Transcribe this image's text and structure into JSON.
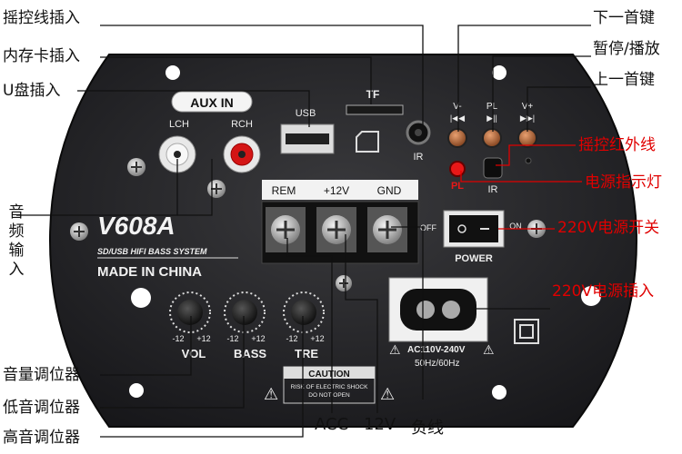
{
  "callouts": {
    "remote_jack": "摇控线插入",
    "memory_card": "内存卡插入",
    "usb_disk": "U盘插入",
    "audio_input": [
      "音",
      "频",
      "输",
      "入"
    ],
    "volume": "音量调位器",
    "bass": "低音调位器",
    "treble": "高音调位器",
    "next_track": "下一首键",
    "pause_play": "暂停/播放",
    "prev_track": "上一首键",
    "remote_ir": "摇控红外线",
    "power_led": "电源指示灯",
    "power_switch": "220V电源开关",
    "power_socket": "220V电源插入",
    "acc": "ACC",
    "v12": "12V",
    "ground": "负线"
  },
  "panel": {
    "aux_in": "AUX IN",
    "lch": "LCH",
    "rch": "RCH",
    "usb": "USB",
    "tf": "TF",
    "ir": "IR",
    "v_minus": "V-",
    "pl": "PL",
    "v_plus": "V+",
    "pl_red": "PL",
    "ir2": "IR",
    "model": "V608A",
    "subtitle": "SD/USB HIFI BASS SYSTEM",
    "made_in": "MADE IN CHINA",
    "rem": "REM",
    "plus12": "+12V",
    "gnd": "GND",
    "off": "OFF",
    "on": "ON",
    "power": "POWER",
    "vol": "VOL",
    "bass": "BASS",
    "tre": "TRE",
    "knob_min": "-12",
    "knob_max": "+12",
    "caution": "CAUTION",
    "caution_l1": "RISK OF ELECTRIC SHOCK",
    "caution_l2": "DO NOT OPEN",
    "ac": "AC110V-240V",
    "hz": "50Hz/60Hz"
  }
}
